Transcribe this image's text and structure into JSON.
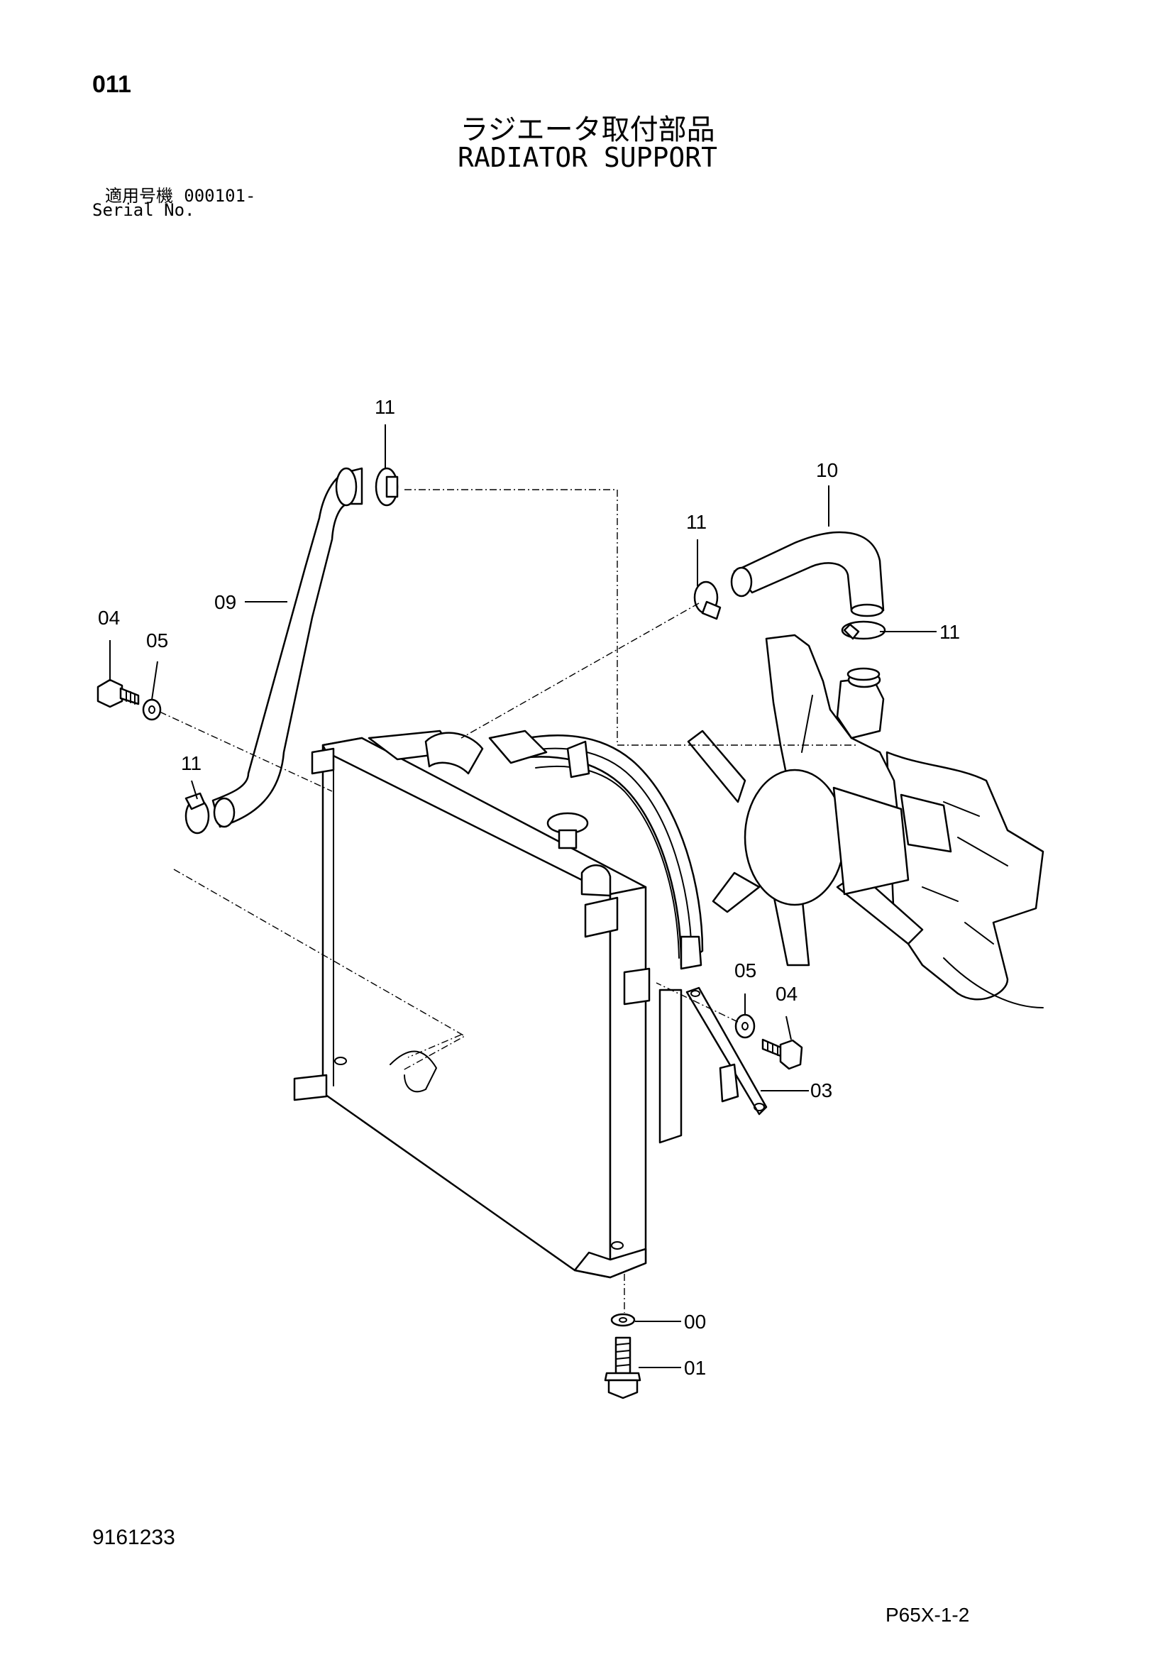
{
  "header": {
    "page_number": "011",
    "title_jp": "ラジエータ取付部品",
    "title_en": "RADIATOR SUPPORT",
    "serial_label_jp": "適用号機",
    "serial_range": "000101-",
    "serial_label_en": "Serial No."
  },
  "callouts": {
    "c11_top": "11",
    "c10": "10",
    "c11_right_upper": "11",
    "c09": "09",
    "c04_left": "04",
    "c05_left": "05",
    "c11_right": "11",
    "c11_left": "11",
    "c05_right": "05",
    "c04_right": "04",
    "c03": "03",
    "c00": "00",
    "c01": "01"
  },
  "footer": {
    "doc_code": "9161233",
    "page_code": "P65X-1-2"
  }
}
